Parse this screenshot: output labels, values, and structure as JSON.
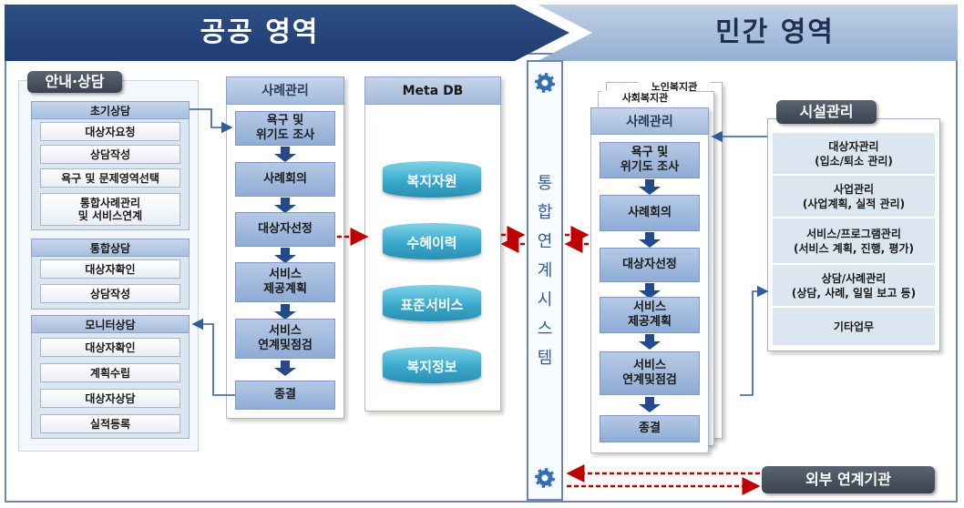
{
  "header": {
    "public_title": "공공 영역",
    "private_title": "민간 영역"
  },
  "guide": {
    "tag": "안내·상담",
    "sections": [
      {
        "title": "초기상담",
        "items": [
          "대상자요청",
          "상담작성",
          "욕구 및 문제영역선택",
          "통합사례관리\n및 서비스연계"
        ]
      },
      {
        "title": "통합상담",
        "items": [
          "대상자확인",
          "상담작성"
        ]
      },
      {
        "title": "모니터상담",
        "items": [
          "대상자확인",
          "계획수립",
          "대상자상담",
          "실적등록"
        ]
      }
    ]
  },
  "public_case": {
    "title": "사례관리",
    "steps": [
      "욕구 및\n위기도 조사",
      "사례회의",
      "대상자선정",
      "서비스\n제공계획",
      "서비스\n연계및점검",
      "종결"
    ]
  },
  "meta_db": {
    "title": "Meta DB",
    "dbs": [
      "복지자원",
      "수혜이력",
      "표준서비스",
      "복지정보"
    ]
  },
  "integration": {
    "label": "통합연계시스템",
    "chars": [
      "통",
      "합",
      "연",
      "계",
      "시",
      "스",
      "템"
    ]
  },
  "private_case": {
    "back_tabs": [
      "노인복지관",
      "사회복지관"
    ],
    "title": "사례관리",
    "steps": [
      "욕구 및\n위기도 조사",
      "사례회의",
      "대상자선정",
      "서비스\n제공계획",
      "서비스\n연계및점검",
      "종결"
    ]
  },
  "facility": {
    "tag": "시설관리",
    "items": [
      "대상자관리\n(입소/퇴소 관리)",
      "사업관리\n(사업계획, 실적 관리)",
      "서비스/프로그램관리\n(서비스 계획, 진행, 평가)",
      "상담/사례관리\n(상담, 사례, 일일 보고 등)",
      "기타업무"
    ]
  },
  "external": {
    "label": "외부 연계기관"
  },
  "colors": {
    "header_public": "#1f3c70",
    "header_private": "#94aed3",
    "arrow_red": "#c00000",
    "arrow_blue": "#2f5d9a"
  }
}
